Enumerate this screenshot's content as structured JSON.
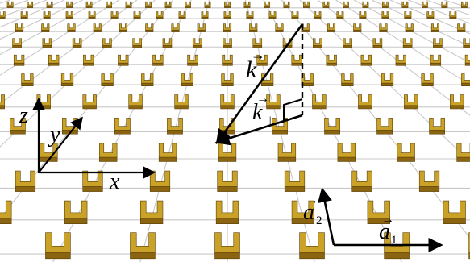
{
  "figure": {
    "description_type": "lattice-schematic",
    "colors": {
      "background": "#ffffff",
      "grid_line": "#c8c8c8",
      "particle_top": "#c9a227",
      "particle_face": "#8a6410",
      "particle_edge": "#5c4208",
      "arrow": "#000000"
    }
  },
  "axes": {
    "x_label": "x",
    "y_label": "y",
    "z_label": "z"
  },
  "wave_vectors": {
    "k_label": "k",
    "k_parallel_label": "k",
    "k_parallel_subscript": "||"
  },
  "lattice_vectors": {
    "a1_label": "a",
    "a1_subscript": "1",
    "a2_label": "a",
    "a2_subscript": "2"
  }
}
